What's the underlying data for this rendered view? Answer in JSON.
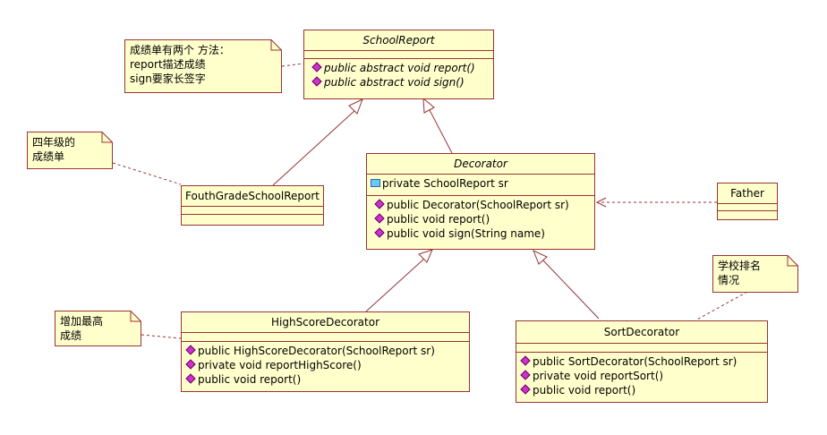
{
  "classes": {
    "school_report": {
      "name": "SchoolReport",
      "operations": [
        "public abstract void report()",
        "public abstract void sign()"
      ]
    },
    "decorator": {
      "name": "Decorator",
      "attributes": [
        "private SchoolReport sr"
      ],
      "operations": [
        "public Decorator(SchoolReport sr)",
        "public void report()",
        "public void sign(String name)"
      ]
    },
    "fourth_grade": {
      "name": "FouthGradeSchoolReport"
    },
    "father": {
      "name": "Father"
    },
    "high_score": {
      "name": "HighScoreDecorator",
      "operations": [
        "public HighScoreDecorator(SchoolReport sr)",
        "private void reportHighScore()",
        "public void report()"
      ]
    },
    "sort": {
      "name": "SortDecorator",
      "operations": [
        "public SortDecorator(SchoolReport sr)",
        "private void reportSort()",
        "public void report()"
      ]
    }
  },
  "notes": {
    "school_report_note": [
      "成绩单有两个 方法：",
      "report描述成绩",
      "sign要家长签字"
    ],
    "fourth_grade_note": [
      "四年级的",
      "成绩单"
    ],
    "high_score_note": [
      "增加最高",
      "成绩"
    ],
    "sort_note": [
      "学校排名",
      "情况"
    ]
  },
  "colors": {
    "class_fill": "#ffffcc",
    "line": "#993333"
  }
}
